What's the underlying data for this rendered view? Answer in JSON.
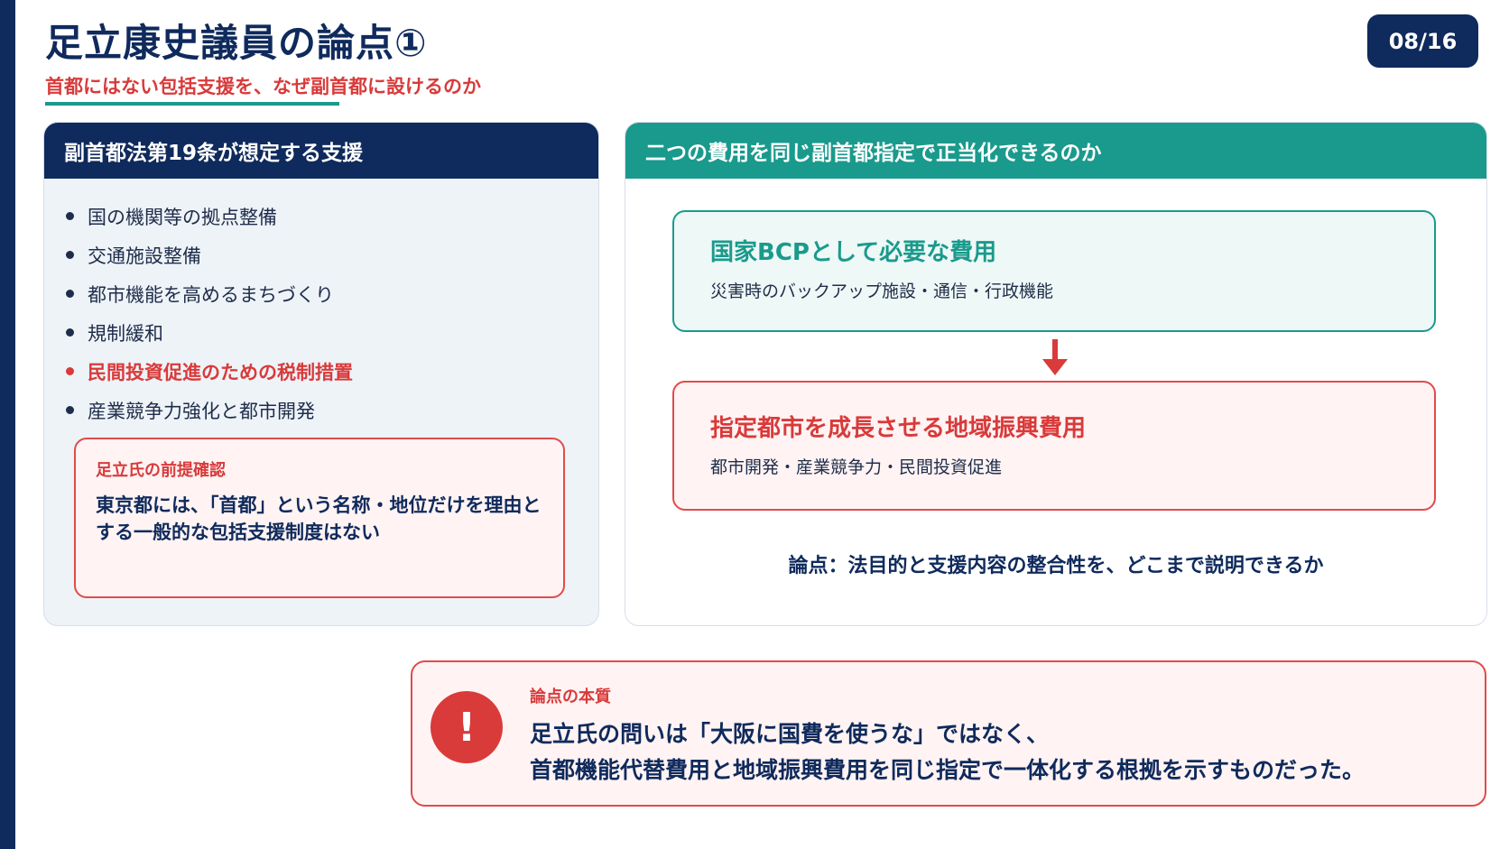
{
  "slide": {
    "title": "足立康史議員の論点①",
    "subtitle": "首都にはない包括支援を、なぜ副首都に設けるのか",
    "page": "08/16"
  },
  "left_panel": {
    "header": "副首都法第19条が想定する支援",
    "items": [
      {
        "label": "国の機関等の拠点整備",
        "highlight": false
      },
      {
        "label": "交通施設整備",
        "highlight": false
      },
      {
        "label": "都市機能を高めるまちづくり",
        "highlight": false
      },
      {
        "label": "規制緩和",
        "highlight": false
      },
      {
        "label": "民間投資促進のための税制措置",
        "highlight": true
      },
      {
        "label": "産業競争力強化と都市開発",
        "highlight": false
      }
    ],
    "premise": {
      "title": "足立氏の前提確認",
      "text": "東京都には、「首都」という名称・地位だけを理由とする一般的な包括支援制度はない"
    }
  },
  "right_panel": {
    "header": "二つの費用を同じ副首都指定で正当化できるのか",
    "bcp_box": {
      "title": "国家BCPとして必要な費用",
      "sub": "災害時のバックアップ施設・通信・行政機能"
    },
    "growth_box": {
      "title": "指定都市を成長させる地域振興費用",
      "sub": "都市開発・産業競争力・民間投資促進"
    },
    "issue": "論点：法目的と支援内容の整合性を、どこまで説明できるか"
  },
  "essence": {
    "icon": "exclamation-icon",
    "icon_glyph": "!",
    "title": "論点の本質",
    "line1": "足立氏の問いは「大阪に国費を使うな」ではなく、",
    "line2": "首都機能代替費用と地域振興費用を同じ指定で一体化する根拠を示すものだった。"
  },
  "colors": {
    "navy": "#0f2a5c",
    "teal": "#1a9a8c",
    "red": "#d93a3a"
  }
}
